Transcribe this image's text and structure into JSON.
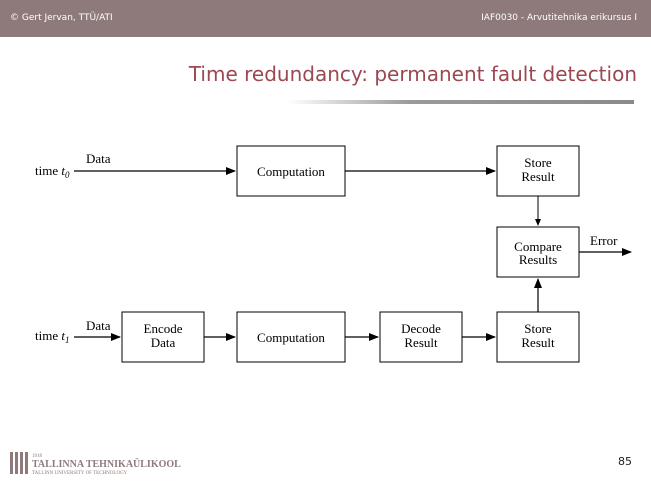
{
  "header": {
    "left": "© Gert Jervan, TTÜ/ATI",
    "right": "IAF0030 - Arvutitehnika erikursus I"
  },
  "slide": {
    "title": "Time redundancy: permanent fault detection"
  },
  "diagram": {
    "time_label": "time",
    "t0": "t",
    "t0_sub": "0",
    "t1": "t",
    "t1_sub": "1",
    "data_top": "Data",
    "data_bottom": "Data",
    "computation_top": "Computation",
    "store_top_line1": "Store",
    "store_top_line2": "Result",
    "compare_line1": "Compare",
    "compare_line2": "Results",
    "error": "Error",
    "encode_line1": "Encode",
    "encode_line2": "Data",
    "computation_bottom": "Computation",
    "decode_line1": "Decode",
    "decode_line2": "Result",
    "store_bottom_line1": "Store",
    "store_bottom_line2": "Result"
  },
  "footer": {
    "year": "1918",
    "university": "TALLINNA TEHNIKAÜLIKOOL",
    "university_en": "TALLINN UNIVERSITY OF TECHNOLOGY",
    "page_number": "85"
  },
  "colors": {
    "header_bg": "#8f7a7b",
    "title": "#9c4852"
  }
}
